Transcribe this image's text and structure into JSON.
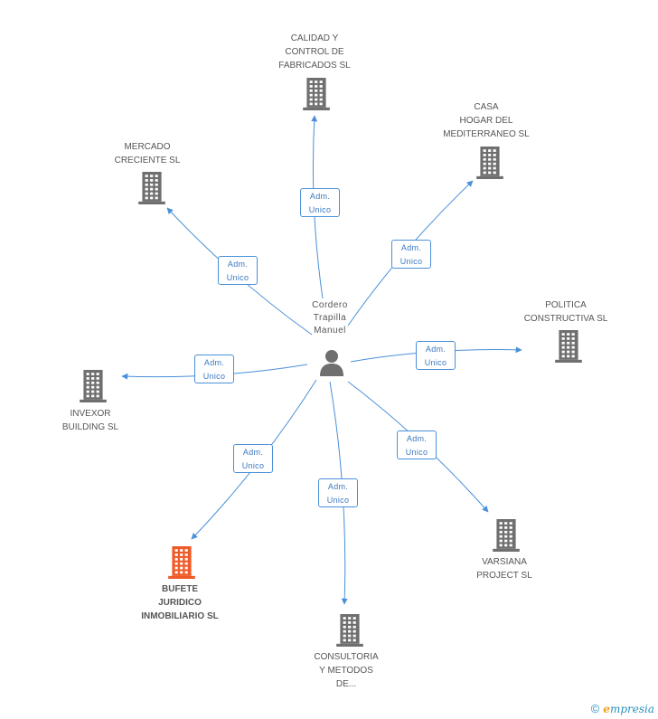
{
  "center": {
    "name": "Cordero\nTrapilla\nManuel",
    "icon": "person-icon"
  },
  "colors": {
    "edge": "#4a90d9",
    "building": "#6f6f6f",
    "building_highlight": "#f05a28"
  },
  "nodes": [
    {
      "id": "calidad",
      "label": "CALIDAD Y\nCONTROL DE\nFABRICADOS SL",
      "highlight": false
    },
    {
      "id": "casa",
      "label": "CASA\nHOGAR DEL\nMEDITERRANEO SL",
      "highlight": false
    },
    {
      "id": "mercado",
      "label": "MERCADO\nCRECIENTE SL",
      "highlight": false
    },
    {
      "id": "politica",
      "label": "POLITICA\nCONSTRUCTIVA SL",
      "highlight": false
    },
    {
      "id": "invexor",
      "label": "INVEXOR\nBUILDING SL",
      "highlight": false
    },
    {
      "id": "varsiana",
      "label": "VARSIANA\nPROJECT SL",
      "highlight": false
    },
    {
      "id": "bufete",
      "label": "BUFETE\nJURIDICO\nINMOBILIARIO SL",
      "highlight": true
    },
    {
      "id": "consultoria",
      "label": "CONSULTORIA\nY METODOS\nDE...",
      "highlight": false
    }
  ],
  "edges": [
    {
      "to": "calidad",
      "role": "Adm.\nUnico"
    },
    {
      "to": "casa",
      "role": "Adm.\nUnico"
    },
    {
      "to": "mercado",
      "role": "Adm.\nUnico"
    },
    {
      "to": "politica",
      "role": "Adm.\nUnico"
    },
    {
      "to": "invexor",
      "role": "Adm.\nUnico"
    },
    {
      "to": "varsiana",
      "role": "Adm.\nUnico"
    },
    {
      "to": "bufete",
      "role": "Adm.\nUnico"
    },
    {
      "to": "consultoria",
      "role": "Adm.\nUnico"
    }
  ],
  "footer": {
    "copyright": "©",
    "brand_initial": "e",
    "brand_rest": "mpresia"
  }
}
